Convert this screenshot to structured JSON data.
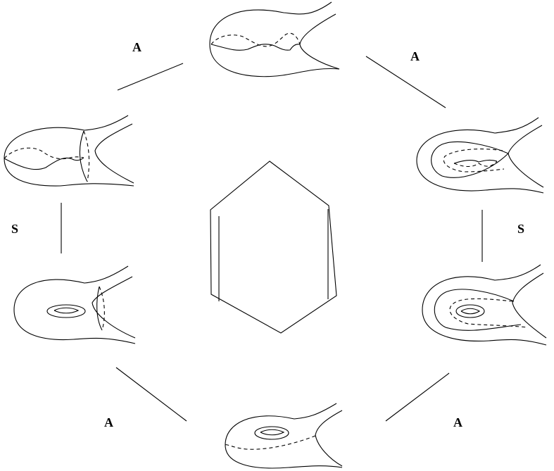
{
  "edges": {
    "top_left": {
      "label": "A"
    },
    "top_right": {
      "label": "A"
    },
    "left": {
      "label": "S"
    },
    "right": {
      "label": "S"
    },
    "bottom_left": {
      "label": "A"
    },
    "bottom_right": {
      "label": "A"
    }
  }
}
